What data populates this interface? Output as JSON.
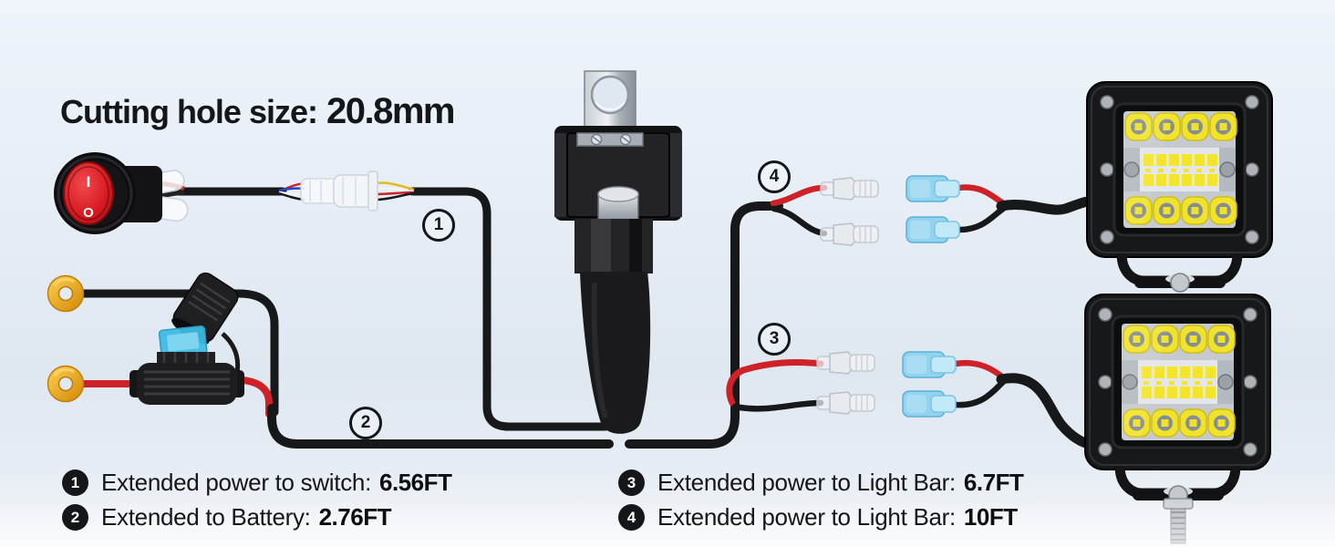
{
  "title": {
    "label": "Cutting hole size:",
    "value": "20.8mm"
  },
  "legend": {
    "items": [
      {
        "num": "1",
        "label": "Extended power to switch:",
        "value": "6.56FT"
      },
      {
        "num": "2",
        "label": "Extended to Battery:",
        "value": "2.76FT"
      },
      {
        "num": "3",
        "label": "Extended power to Light Bar:",
        "value": "6.7FT"
      },
      {
        "num": "4",
        "label": "Extended power to Light Bar:",
        "value": "10FT"
      }
    ]
  },
  "annotations": [
    {
      "num": "1"
    },
    {
      "num": "2"
    },
    {
      "num": "3"
    },
    {
      "num": "4"
    }
  ],
  "switch": {
    "on_label": "I",
    "off_label": "O"
  },
  "colors": {
    "background_top": "#eef4fa",
    "background_bottom": "#f4f7fa",
    "wire_black": "#17181a",
    "wire_red": "#cf2128",
    "switch_red": "#d81a21",
    "fuse_blue": "#3fbae4",
    "connector_blue": "#8ed2ee",
    "ring_gold": "#eda41b",
    "led_yellow": "#f1e32b",
    "text": "#14161a"
  }
}
